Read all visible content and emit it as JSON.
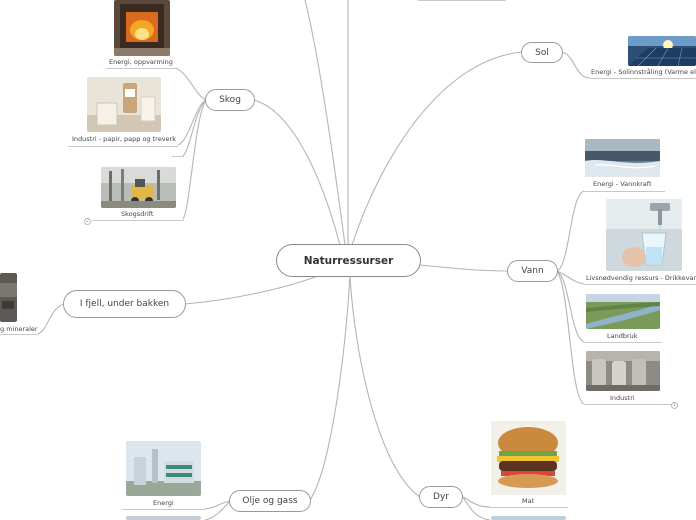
{
  "central": {
    "label": "Naturressurser"
  },
  "branches": {
    "skog": {
      "label": "Skog",
      "leaves": {
        "oppvarming": "Energi, oppvarming",
        "industri": "Industri - papir, papp og treverk",
        "skogsdrift": "Skogsdrift"
      },
      "collapsed_count": "2"
    },
    "sol": {
      "label": "Sol",
      "leaves": {
        "solinnstraling": "Energi - Solinnstråling (Varme el"
      }
    },
    "vann": {
      "label": "Vann",
      "leaves": {
        "vannkraft": "Energi - Vannkraft",
        "drikkevann": "Livsnødvendig ressurs - Drikkevan",
        "landbruk": "Landbruk",
        "industri": "Industri"
      },
      "collapsed_count": "1"
    },
    "fjell": {
      "label": "I fjell, under bakken",
      "leaves": {
        "mineraler": "g mineraler"
      }
    },
    "olje": {
      "label": "Olje og gass",
      "leaves": {
        "energi": "Energi"
      }
    },
    "dyr": {
      "label": "Dyr",
      "leaves": {
        "mat": "Mat"
      }
    }
  },
  "colors": {
    "connector": "#b0b0b0",
    "node_border": "#9a9a9a",
    "text": "#444444"
  }
}
